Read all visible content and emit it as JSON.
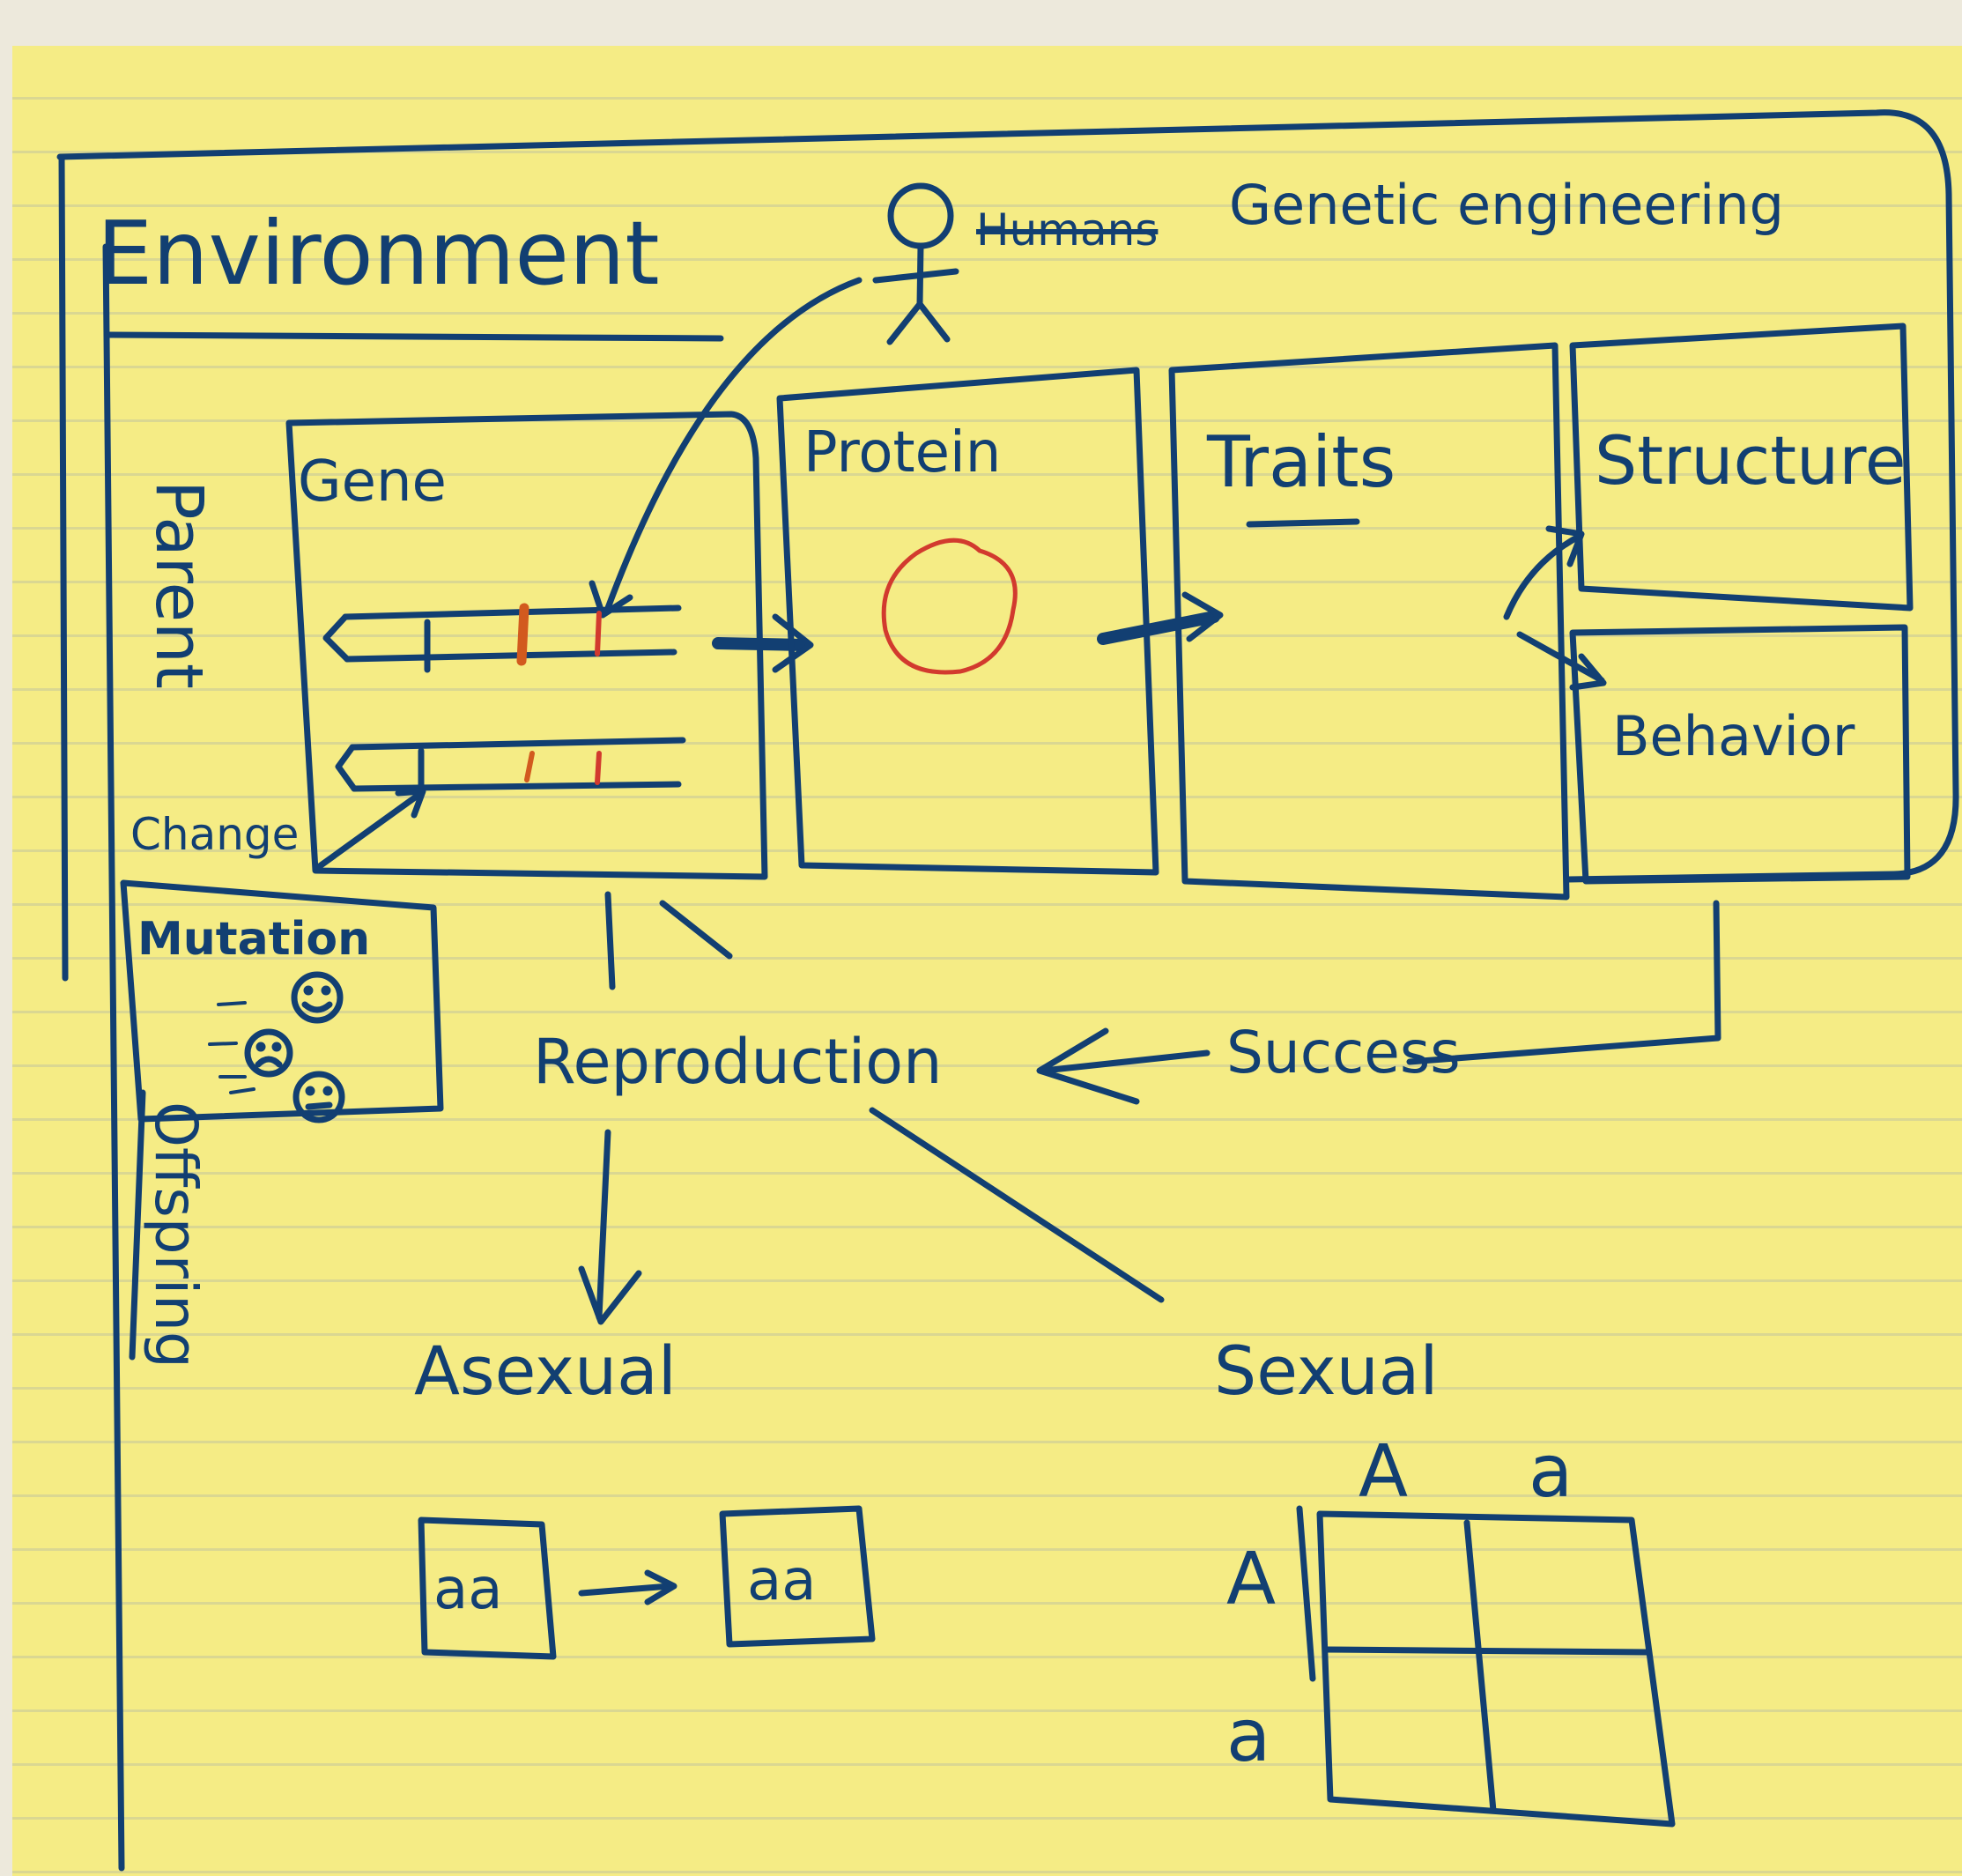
{
  "environment": {
    "title": "Environment"
  },
  "genetic_engineering": {
    "crossed_word": "Humans",
    "label": "Genetic engineering",
    "icon": "stick-figure-icon"
  },
  "boxes": {
    "gene": "Gene",
    "protein": "Protein",
    "traits": "Traits",
    "structure": "Structure",
    "behavior": "Behavior"
  },
  "side_labels": {
    "parent": "Parent",
    "offspring": "Offspring",
    "change": "Change",
    "mutation": "Mutation"
  },
  "flow": {
    "reproduction": "Reproduction",
    "success": "Success",
    "asexual": "Asexual",
    "sexual": "Sexual"
  },
  "asexual_example": {
    "parent": "aa",
    "offspring": "aa"
  },
  "punnett": {
    "col_headers": [
      "A",
      "a"
    ],
    "row_headers": [
      "A",
      "a"
    ]
  },
  "colors": {
    "paper": "#f5ec85",
    "ink_blue": "#123f72",
    "ink_red": "#d23a2e",
    "ink_orange": "#d25a1e"
  }
}
